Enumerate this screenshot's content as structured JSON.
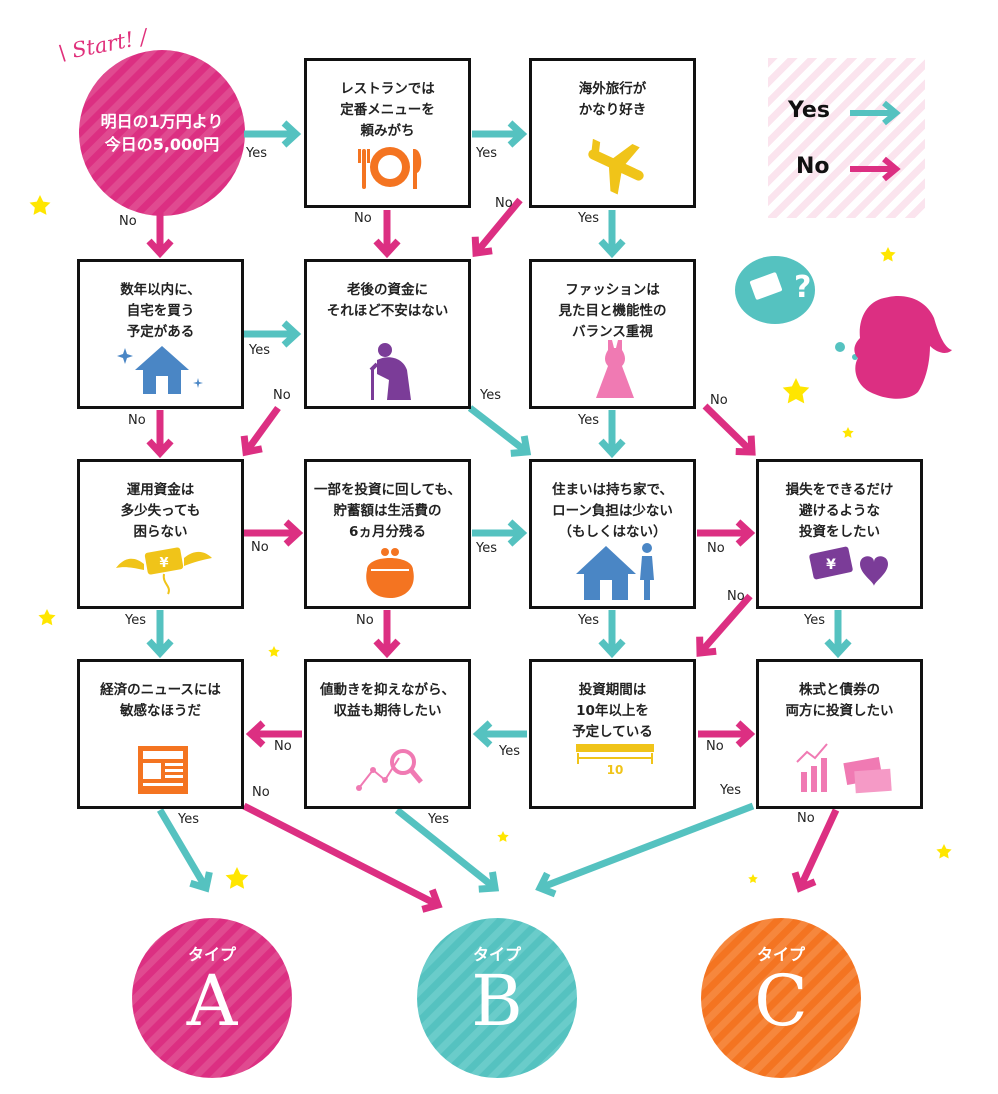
{
  "start": {
    "label": "\\ Start! /",
    "question": "明日の1万円より\n今日の5,000円"
  },
  "questions": {
    "q2": "レストランでは\n定番メニューを\n頼みがち",
    "q3": "海外旅行が\nかなり好き",
    "q4": "数年以内に、\n自宅を買う\n予定がある",
    "q5": "老後の資金に\nそれほど不安はない",
    "q6": "ファッションは\n見た目と機能性の\nバランス重視",
    "q7": "運用資金は\n多少失っても\n困らない",
    "q8": "一部を投資に回しても、\n貯蓄額は生活費の\n6ヵ月分残る",
    "q9": "住まいは持ち家で、\nローン負担は少ない\n（もしくはない）",
    "q10": "損失をできるだけ\n避けるような\n投資をしたい",
    "q11": "経済のニュースには\n敏感なほうだ",
    "q12": "値動きを抑えながら、\n収益も期待したい",
    "q13": "投資期間は\n10年以上を\n予定している",
    "q14": "株式と債券の\n両方に投資したい"
  },
  "icons": {
    "q2": "fork-plate-knife-icon",
    "q3": "airplane-icon",
    "q4": "house-icon",
    "q5": "elderly-person-icon",
    "q6": "dress-icon",
    "q7": "flying-money-icon",
    "q8": "purse-icon",
    "q9": "house-and-person-icon",
    "q10": "money-and-heart-icon",
    "q11": "newspaper-icon",
    "q12": "magnifier-chart-icon",
    "q13": "ruler-icon",
    "q14": "chart-and-cards-icon"
  },
  "icon_texts": {
    "ruler": "10",
    "yen": "¥",
    "question_mark": "?"
  },
  "answers": {
    "yes": "Yes",
    "no": "No"
  },
  "results": {
    "a": {
      "type": "タイプ",
      "letter": "A",
      "color": "#dc2f82"
    },
    "b": {
      "type": "タイプ",
      "letter": "B",
      "color": "#55c2c0"
    },
    "c": {
      "type": "タイプ",
      "letter": "C",
      "color": "#f47421"
    }
  },
  "legend": {
    "yes": "Yes",
    "no": "No",
    "yes_color": "#55c2c0",
    "no_color": "#dc2f82"
  },
  "colors": {
    "pink": "#dc2f82",
    "teal": "#55c2c0",
    "orange": "#f47421",
    "purple": "#7b3c98",
    "blue": "#4a86c5",
    "yellow": "#f0c419",
    "star": "#ffe600"
  }
}
